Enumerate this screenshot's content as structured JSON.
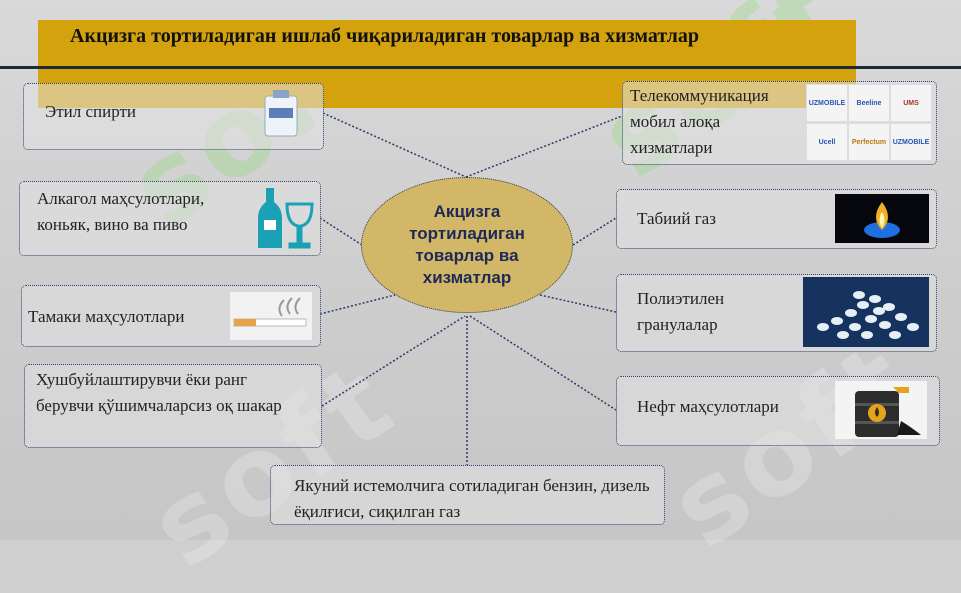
{
  "title": "Акцизга тортиладиган ишлаб чиқариладиган товарлар ва хизматлар",
  "center": "Акцизга тортиладиган товарлар ва хизматлар",
  "left_items": [
    "Этил спирти",
    "Алкагол маҳсулотлари, коньяк, вино ва пиво",
    "Тамаки маҳсулотлари",
    "Хушбуйлаштирувчи ёки ранг берувчи қўшимчаларсиз оқ шакар"
  ],
  "right_items": [
    "Телекоммуникация мобил алоқа хизматлари",
    "Табиий газ",
    "Полиэтилен гранулалар",
    "Нефт маҳсулотлари"
  ],
  "bottom_item": "Якуний истемолчига сотиладиган бензин, дизель ёқилғиси, сиқилган газ",
  "telecom_logos": [
    "Beeline",
    "UMS",
    "Ucell",
    "Perfectum"
  ],
  "watermark": "soft",
  "colors": {
    "header": "#d4a20c",
    "center": "#d2b768",
    "border": "#2a3a6a"
  }
}
